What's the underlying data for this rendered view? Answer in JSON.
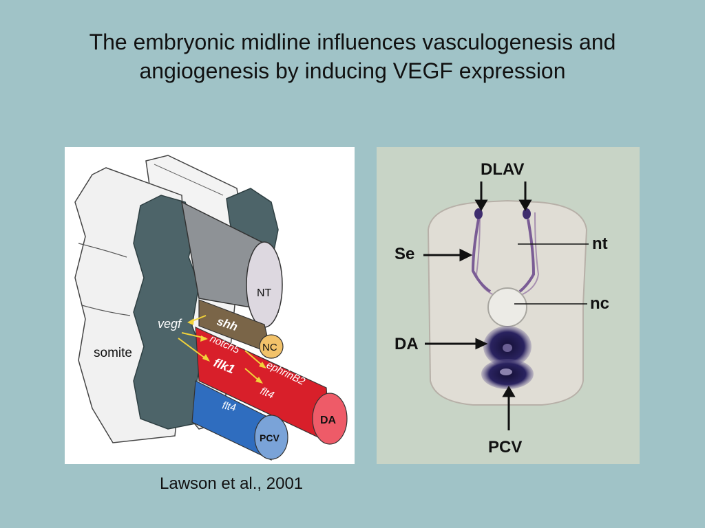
{
  "slide": {
    "title_line1": "The embryonic midline influences vasculogenesis and",
    "title_line2": "angiogenesis by inducing VEGF expression",
    "caption": "Lawson et al., 2001"
  },
  "left_figure": {
    "labels": {
      "somite": "somite",
      "nt": "NT",
      "nc": "NC",
      "da": "DA",
      "pcv": "PCV",
      "vegf": "vegf",
      "shh": "shh",
      "notch5": "notch5",
      "ephrinb2": "ephrinB2",
      "flk1": "flk1",
      "flt4_red": "flt4",
      "flt4_blue": "flt4"
    },
    "colors": {
      "somite": "#f2f2f2",
      "notochord_tissue": "#4d6469",
      "neural_tube": "#8e9296",
      "neural_tube_end": "#ddd8e0",
      "shh_band": "#7a6548",
      "nc_disc": "#f2c26a",
      "dorsal_aorta": "#d81f2a",
      "da_end": "#ee5b68",
      "pcv_vein": "#2f6dbf",
      "pcv_end": "#7aa3d8",
      "arrow": "#f2d33a"
    }
  },
  "right_figure": {
    "labels": {
      "dlav": "DLAV",
      "se": "Se",
      "nt": "nt",
      "nc": "nc",
      "da": "DA",
      "pcv": "PCV"
    },
    "colors": {
      "background": "#c8d4c6",
      "tissue": "#e0ddd5",
      "stain": "#1e1848"
    }
  }
}
